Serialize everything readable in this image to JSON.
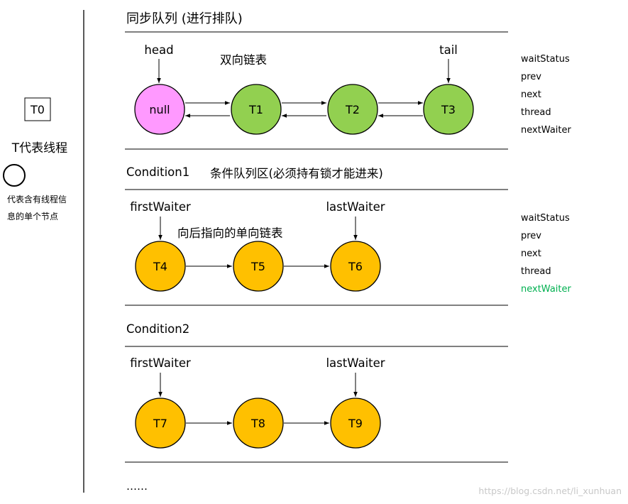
{
  "legend": {
    "box_label": "T0",
    "caption": "T代表线程",
    "node_desc_line1": "代表含有线程信",
    "node_desc_line2": "息的单个节点"
  },
  "sync_queue": {
    "title": "同步队列 (进行排队)",
    "note": "双向链表",
    "head_label": "head",
    "tail_label": "tail",
    "nodes": [
      "null",
      "T1",
      "T2",
      "T3"
    ],
    "fields": [
      "waitStatus",
      "prev",
      "next",
      "thread",
      "nextWaiter"
    ]
  },
  "condition1": {
    "title": "Condition1",
    "subtitle": "条件队列区(必须持有锁才能进来)",
    "first_label": "firstWaiter",
    "last_label": "lastWaiter",
    "note": "向后指向的单向链表",
    "nodes": [
      "T4",
      "T5",
      "T6"
    ],
    "fields": [
      "waitStatus",
      "prev",
      "next",
      "thread",
      "nextWaiter"
    ],
    "highlight_field": "nextWaiter"
  },
  "condition2": {
    "title": "Condition2",
    "first_label": "firstWaiter",
    "last_label": "lastWaiter",
    "nodes": [
      "T7",
      "T8",
      "T9"
    ]
  },
  "ellipsis": "……",
  "watermark": "https://blog.csdn.net/li_xunhuan",
  "colors": {
    "null_node": "#ff99ff",
    "sync_node": "#92d050",
    "condition_node": "#ffc000",
    "highlight_text": "#00b050",
    "line": "#000000"
  }
}
